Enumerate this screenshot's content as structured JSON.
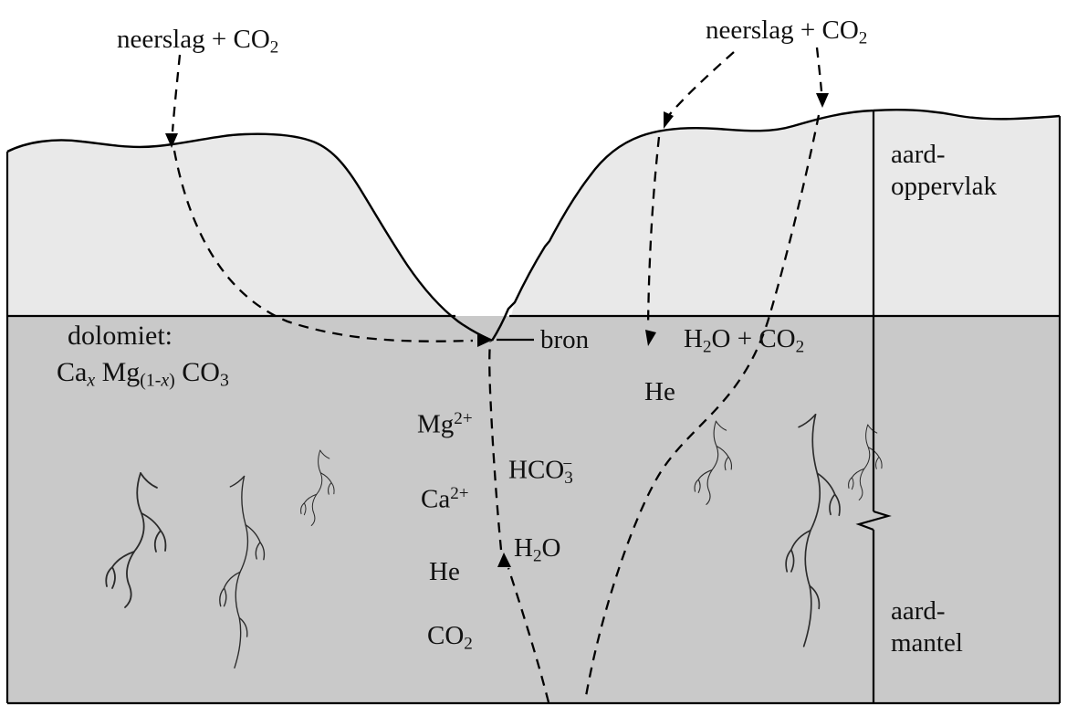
{
  "colors": {
    "background": "#ffffff",
    "surface_fill": "#e9e9e9",
    "dolomite_fill": "#c9c9c9",
    "line": "#000000"
  },
  "labels": {
    "neerslag_left": {
      "text": "neerslag + CO",
      "sub": "2"
    },
    "neerslag_right": {
      "text": "neerslag + CO",
      "sub": "2"
    },
    "aard_oppervlak": {
      "line1": "aard-",
      "line2": "oppervlak"
    },
    "aard_mantel": {
      "line1": "aard-",
      "line2": "mantel"
    },
    "bron": "bron",
    "h2o_co2": {
      "a": "H",
      "a_sub": "2",
      "b": "O + CO",
      "b_sub": "2"
    },
    "he_shallow": "He",
    "dolomiet_title": "dolomiet:",
    "formula": {
      "ca": "Ca",
      "ca_sub": "x",
      "mg": " Mg",
      "mg_sub_pre": "(1-",
      "mg_sub_x": "x",
      "mg_sub_post": ")",
      "co": " CO",
      "co_sub": "3"
    },
    "mg_ion": {
      "base": "Mg",
      "sup": "2+"
    },
    "ca_ion": {
      "base": "Ca",
      "sup": "2+"
    },
    "hco3_ion": {
      "base": "HCO",
      "sub": "3",
      "sup": "−"
    },
    "h2o": {
      "a": "H",
      "sub": "2",
      "b": "O"
    },
    "he_deep": "He",
    "co2_deep": {
      "a": "CO",
      "sub": "2"
    }
  }
}
